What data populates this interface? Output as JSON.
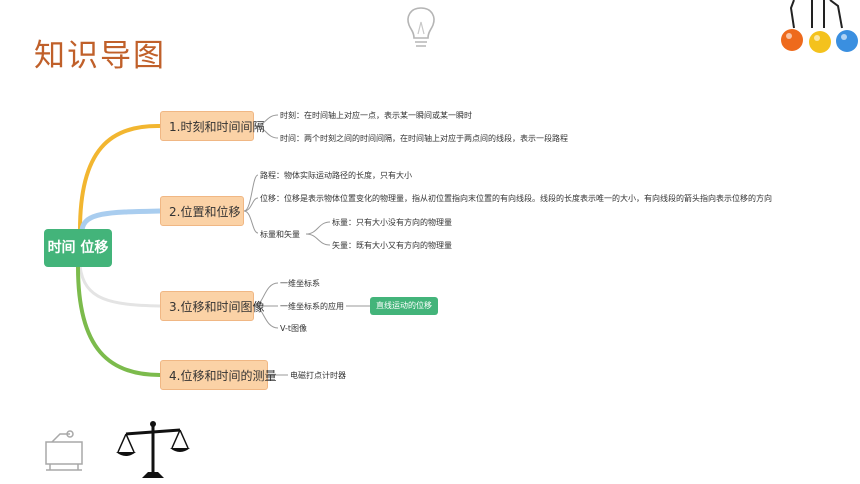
{
  "title": "知识导图",
  "root": {
    "label": "时间 位移"
  },
  "branches": [
    {
      "label": "1.时刻和时间间隔",
      "leaves": [
        "时刻：在时间轴上对应一点，表示某一瞬间或某一瞬时",
        "时间：两个时刻之间的时间间隔，在时间轴上对应于两点间的线段，表示一段路程"
      ]
    },
    {
      "label": "2.位置和位移",
      "leaves": [
        "路程：物体实际运动路径的长度，只有大小",
        "位移：位移是表示物体位置变化的物理量，指从初位置指向末位置的有向线段。线段的长度表示唯一的大小，有向线段的箭头指向表示位移的方向",
        "标量和矢量"
      ],
      "sub": [
        "标量：只有大小没有方向的物理量",
        "矢量：既有大小又有方向的物理量"
      ]
    },
    {
      "label": "3.位移和时间图像",
      "leaves": [
        "一维坐标系",
        "一维坐标系的应用",
        "V-t图像"
      ],
      "tag": "直线运动的位移"
    },
    {
      "label": "4.位移和时间的测量",
      "leaves": [
        "电磁打点计时器"
      ]
    }
  ],
  "colors": {
    "root": "#43b47a",
    "branch_fill": "#fbd2a6",
    "title": "#c0602a",
    "link1": "#f2b630",
    "link2": "#a9cdef",
    "link3": "#e4e4e4",
    "link4": "#7cbb4c",
    "ball_orange": "#ee6a1c",
    "ball_yellow": "#f4c21d",
    "ball_blue": "#3a8fe0"
  },
  "icons": [
    "lightbulb-icon",
    "newtons-cradle-icon",
    "projector-icon",
    "scales-icon"
  ]
}
